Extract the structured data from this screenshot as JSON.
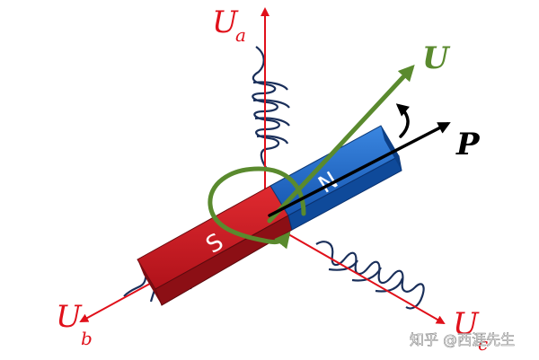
{
  "axes": {
    "a": {
      "symbol": "U",
      "subscript": "a"
    },
    "b": {
      "symbol": "U",
      "subscript": "b"
    },
    "c": {
      "symbol": "U",
      "subscript": "c"
    }
  },
  "vectors": {
    "voltage": {
      "label": "U"
    },
    "power": {
      "label": "P"
    }
  },
  "magnet": {
    "north_label": "N",
    "south_label": "S"
  },
  "watermark": {
    "text": "知乎 @西涯先生"
  },
  "colors": {
    "axis": "#e0101a",
    "coil": "#1a2f5a",
    "north": "#1f6fd1",
    "south": "#d41a24",
    "voltage_vector": "#5a8a2e",
    "power_vector": "#000000"
  }
}
